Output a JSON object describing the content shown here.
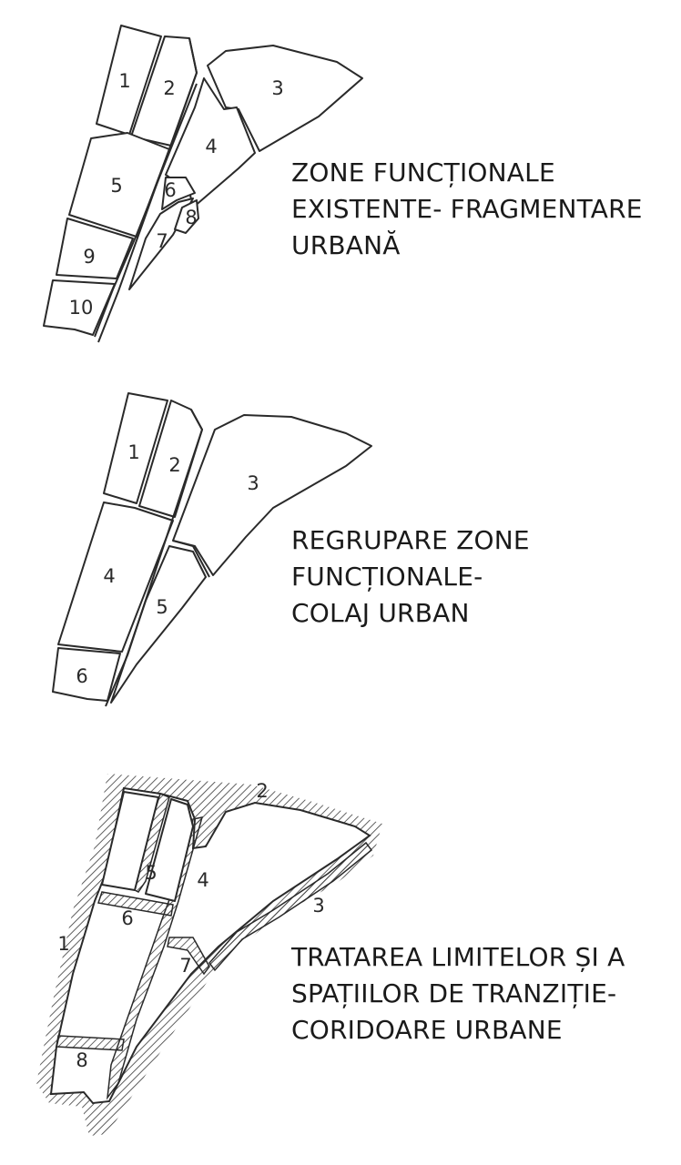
{
  "panels": [
    {
      "id": "existing",
      "caption_lines": [
        "ZONE FUNCȚIONALE",
        "EXISTENTE- FRAGMENTARE",
        "URBANĂ"
      ],
      "zone_labels": [
        "1",
        "2",
        "3",
        "4",
        "5",
        "6",
        "7",
        "8",
        "9",
        "10"
      ]
    },
    {
      "id": "regrouped",
      "caption_lines": [
        "REGRUPARE ZONE",
        "FUNCȚIONALE-",
        "COLAJ URBAN"
      ],
      "zone_labels": [
        "1",
        "2",
        "3",
        "4",
        "5",
        "6"
      ]
    },
    {
      "id": "limits",
      "caption_lines": [
        "TRATAREA LIMITELOR ȘI A",
        "SPAȚIILOR DE TRANZIȚIE-",
        "CORIDOARE URBANE"
      ],
      "zone_labels": [
        "1",
        "2",
        "3",
        "4",
        "5",
        "6",
        "7",
        "8"
      ]
    }
  ]
}
